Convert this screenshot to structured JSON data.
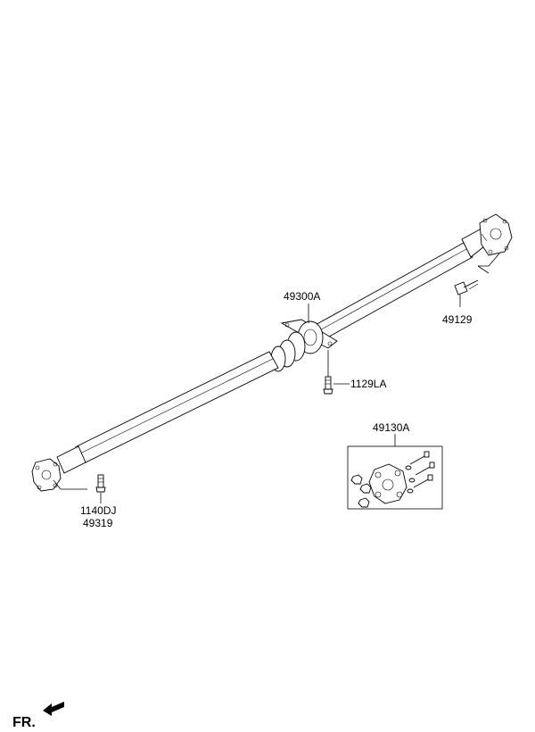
{
  "labels": {
    "center_bearing": "49300A",
    "rear_bolt": "49129",
    "bearing_bolt": "1129LA",
    "coupling_kit": "49130A",
    "front_bolt_a": "1140DJ",
    "front_bolt_b": "49319"
  },
  "direction_label": "FR."
}
